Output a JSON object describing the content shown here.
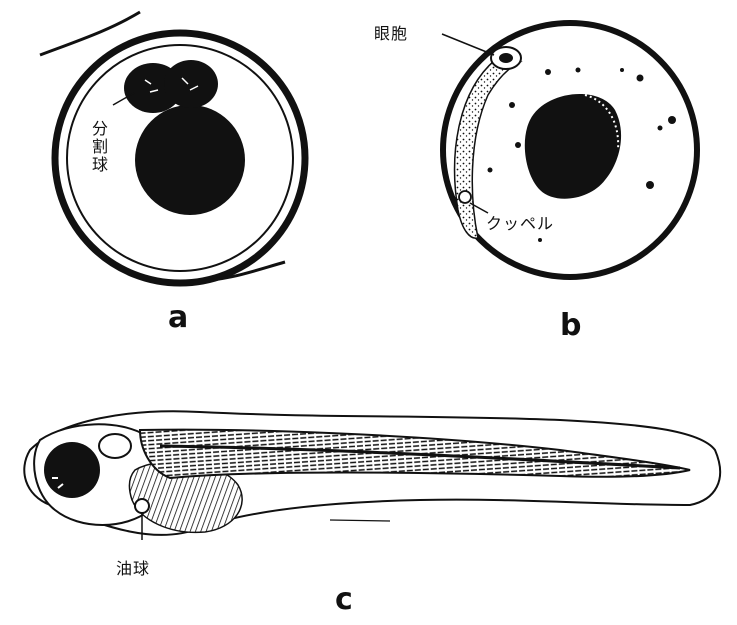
{
  "panels": [
    {
      "letter": "a",
      "labels": {
        "blastomere": "分割球"
      }
    },
    {
      "letter": "b",
      "labels": {
        "optic_vesicle": "眼胞",
        "kupffer": "クッペル"
      }
    },
    {
      "letter": "c",
      "labels": {
        "oil_globule": "油球"
      }
    }
  ],
  "colors": {
    "ink": "#111111",
    "paper": "#ffffff"
  }
}
